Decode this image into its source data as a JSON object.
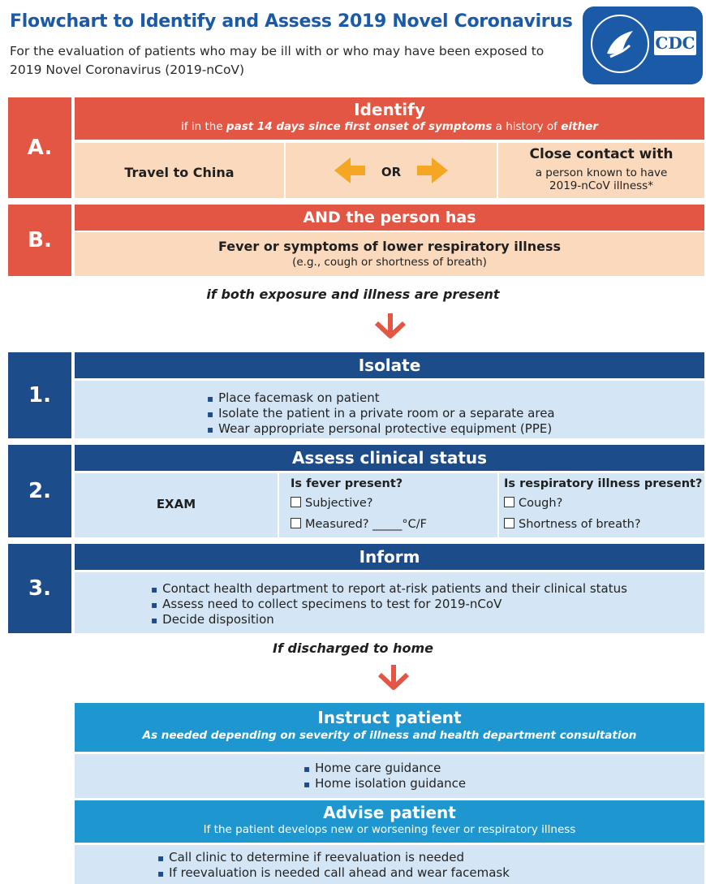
{
  "header": {
    "title": "Flowchart to Identify and Assess 2019 Novel Coronavirus",
    "subtitle": "For the evaluation of patients who may be ill with or who may have been exposed to 2019 Novel Coronavirus (2019-nCoV)",
    "logo_text": "CDC",
    "brand_color": "#1b5aa6"
  },
  "section_a": {
    "letter": "A.",
    "heading": "Identify",
    "sub_pre": "if in the ",
    "sub_em": "past 14 days since first onset of symptoms",
    "sub_mid": " a history of ",
    "sub_em2": "either",
    "left": "Travel to China",
    "or": "OR",
    "right_bold": "Close contact with",
    "right_line1": "a person known to have",
    "right_line2": "2019-nCoV illness*"
  },
  "section_b": {
    "letter": "B.",
    "heading": "AND the person has",
    "main": "Fever or symptoms of lower respiratory illness",
    "sub": "(e.g., cough or shortness of breath)"
  },
  "connector_1": "if both exposure and illness are present",
  "step_1": {
    "number": "1.",
    "heading": "Isolate",
    "items": [
      "Place facemask on patient",
      "Isolate the patient in a private room or a separate area",
      "Wear appropriate personal protective equipment (PPE)"
    ]
  },
  "step_2": {
    "number": "2.",
    "heading": "Assess clinical status",
    "exam_label": "EXAM",
    "fever_q": "Is fever present?",
    "fever_opts": [
      "Subjective?",
      "Measured? _____°C/F"
    ],
    "resp_q": "Is respiratory illness present?",
    "resp_opts": [
      "Cough?",
      "Shortness of breath?"
    ]
  },
  "step_3": {
    "number": "3.",
    "heading": "Inform",
    "items": [
      "Contact health department to report at-risk patients and their clinical status",
      "Assess need to collect specimens to test for 2019-nCoV",
      "Decide disposition"
    ]
  },
  "connector_2": "If discharged to home",
  "instruct": {
    "heading": "Instruct patient",
    "sub": "As needed depending on severity of illness and health department consultation",
    "items": [
      "Home care guidance",
      "Home isolation guidance"
    ]
  },
  "advise": {
    "heading": "Advise patient",
    "sub": "If the patient develops new or worsening fever or respiratory illness",
    "items": [
      "Call clinic to determine if reevaluation is needed",
      "If reevaluation is needed call ahead and wear facemask"
    ]
  },
  "colors": {
    "red": "#e25643",
    "peach": "#fbd9bd",
    "navy": "#1d4c8a",
    "pale_blue": "#d4e6f5",
    "cyan": "#1e97d1",
    "orange_arrow": "#f5a623"
  }
}
